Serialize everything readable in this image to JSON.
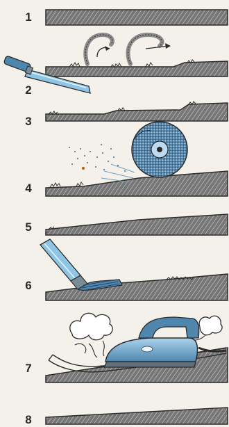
{
  "steps": [
    {
      "number": "1"
    },
    {
      "number": "2"
    },
    {
      "number": "3"
    },
    {
      "number": "4"
    },
    {
      "number": "5"
    },
    {
      "number": "6"
    },
    {
      "number": "7"
    },
    {
      "number": "8"
    }
  ],
  "colors": {
    "board": "#6e6e6e",
    "board_hatch": "#c9c9c9",
    "outline": "#2b2b2b",
    "tool_blue": "#8ec5e6",
    "tool_blue_dark": "#4f86ad",
    "background": "#f4f1ea"
  },
  "icons": {
    "step2": "spatula-scraper-icon",
    "step4": "grinding-wheel-icon",
    "step6": "paintbrush-icon",
    "step7": "clothes-iron-icon"
  }
}
